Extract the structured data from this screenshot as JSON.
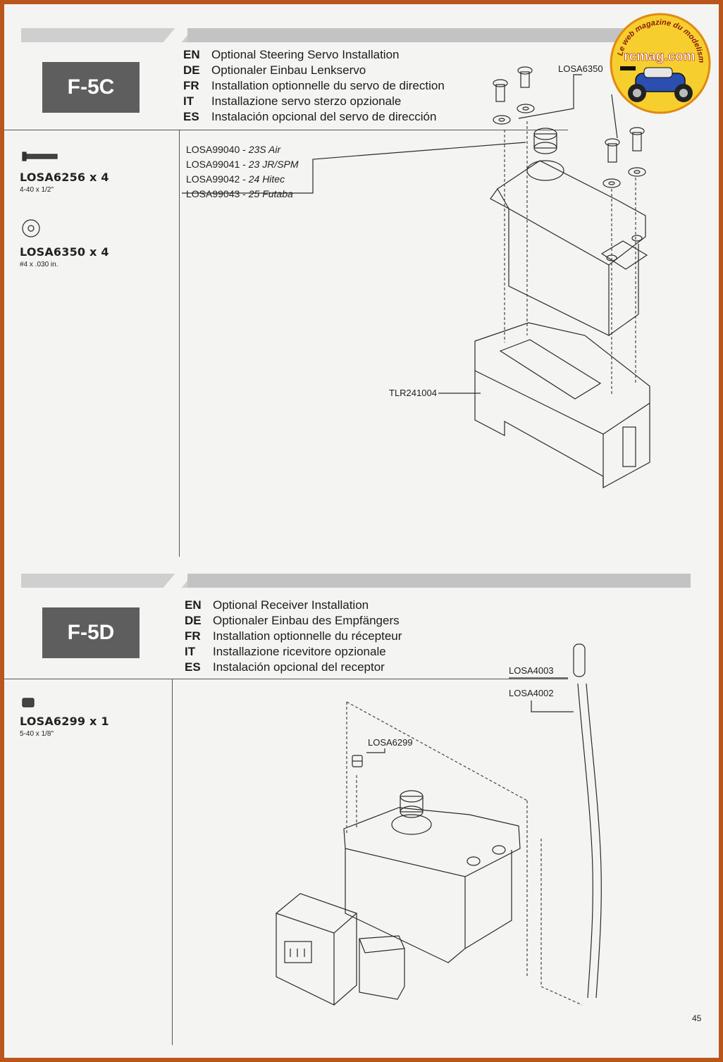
{
  "brand": {
    "name": "rcmag.com",
    "tagline": "Le web magazine du modelisme"
  },
  "page_number": "45",
  "steps": [
    {
      "id": "F-5C",
      "title": [
        {
          "code": "EN",
          "text": "Optional Steering Servo Installation"
        },
        {
          "code": "DE",
          "text": "Optionaler Einbau Lenkservo"
        },
        {
          "code": "FR",
          "text": "Installation optionnelle du servo de direction"
        },
        {
          "code": "IT",
          "text": "Installazione servo sterzo opzionale"
        },
        {
          "code": "ES",
          "text": "Instalación opcional del servo de dirección"
        }
      ],
      "parts": [
        {
          "pn": "LOSA6256 x 4",
          "size": "4-40 x 1/2\""
        },
        {
          "pn": "LOSA6350 x 4",
          "size": "#4 x .030 in."
        }
      ],
      "servo_options": [
        {
          "pn": "LOSA99040 - ",
          "desc": "23S Air"
        },
        {
          "pn": "LOSA99041 - ",
          "desc": "23 JR/SPM"
        },
        {
          "pn": "LOSA99042 - ",
          "desc": "24 Hitec"
        },
        {
          "pn": "LOSA99043 - ",
          "desc": "25 Futaba"
        }
      ],
      "callouts": {
        "washer": "LOSA6350",
        "mount": "TLR241004"
      }
    },
    {
      "id": "F-5D",
      "title": [
        {
          "code": "EN",
          "text": "Optional Receiver Installation"
        },
        {
          "code": "DE",
          "text": "Optionaler Einbau des Empfängers"
        },
        {
          "code": "FR",
          "text": "Installation optionnelle du récepteur"
        },
        {
          "code": "IT",
          "text": "Installazione ricevitore opzionale"
        },
        {
          "code": "ES",
          "text": "Instalación opcional del receptor"
        }
      ],
      "parts": [
        {
          "pn": "LOSA6299 x 1",
          "size": "5-40 x 1/8\""
        }
      ],
      "callouts": {
        "cap": "LOSA4003",
        "tube": "LOSA4002",
        "setscrew": "LOSA6299"
      }
    }
  ]
}
